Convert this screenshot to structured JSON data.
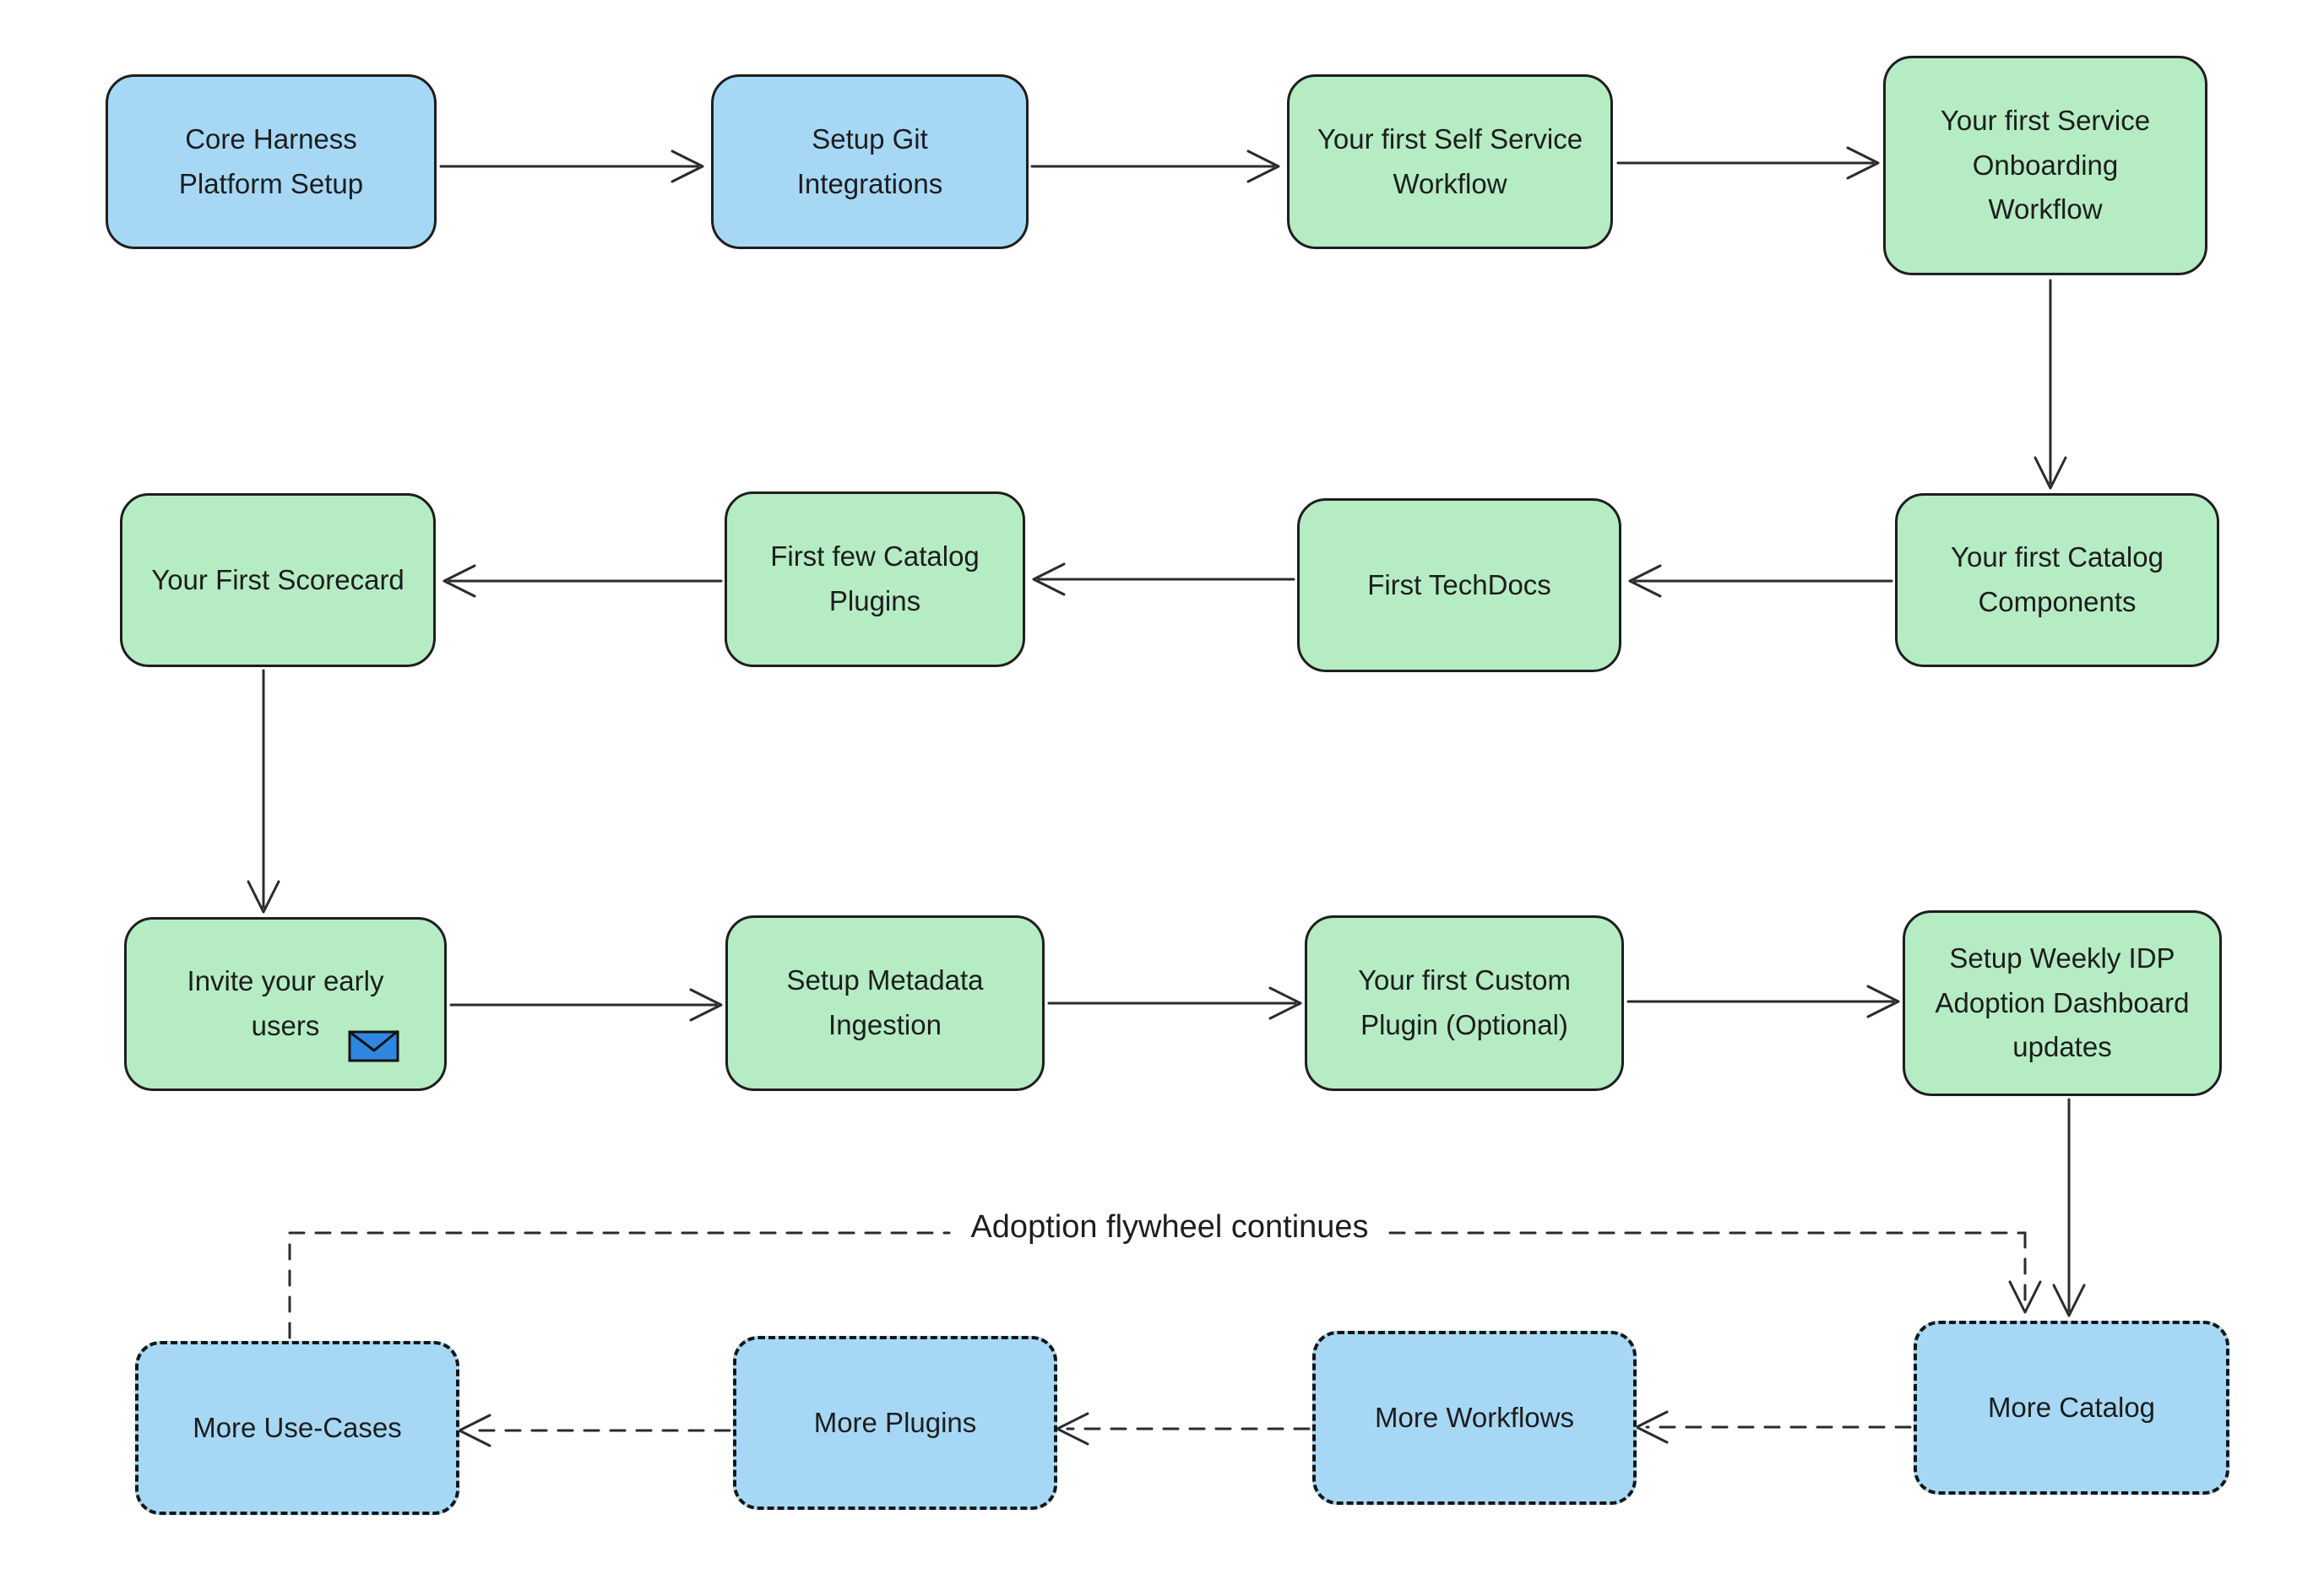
{
  "diagram": {
    "flywheel_label": "Adoption flywheel continues",
    "colors": {
      "box_blue": "#a6d8f6",
      "box_green": "#b5ecc3",
      "outline": "#1e1e1e",
      "arrow": "#2b2b2b",
      "envelope_blue": "#2e86e0"
    },
    "nodes": [
      {
        "id": "core-harness-platform-setup",
        "label": "Core Harness\nPlatform Setup",
        "variant": "blue-solid"
      },
      {
        "id": "setup-git-integrations",
        "label": "Setup Git\nIntegrations",
        "variant": "blue-solid"
      },
      {
        "id": "first-self-service-workflow",
        "label": "Your first Self Service\nWorkflow",
        "variant": "green-solid"
      },
      {
        "id": "first-service-onboarding-workflow",
        "label": "Your first Service\nOnboarding\nWorkflow",
        "variant": "green-solid"
      },
      {
        "id": "first-catalog-components",
        "label": "Your first Catalog\nComponents",
        "variant": "green-solid"
      },
      {
        "id": "first-techdocs",
        "label": "First TechDocs",
        "variant": "green-solid"
      },
      {
        "id": "first-few-catalog-plugins",
        "label": "First few Catalog\nPlugins",
        "variant": "green-solid"
      },
      {
        "id": "first-scorecard",
        "label": "Your First Scorecard",
        "variant": "green-solid"
      },
      {
        "id": "invite-early-users",
        "label": "Invite your early\nusers",
        "icon": "envelope-icon",
        "variant": "green-solid"
      },
      {
        "id": "setup-metadata-ingestion",
        "label": "Setup Metadata\nIngestion",
        "variant": "green-solid"
      },
      {
        "id": "first-custom-plugin",
        "label": "Your first Custom\nPlugin (Optional)",
        "variant": "green-solid"
      },
      {
        "id": "setup-weekly-idp-dashboard",
        "label": "Setup Weekly IDP\nAdoption Dashboard\nupdates",
        "variant": "green-solid"
      },
      {
        "id": "more-catalog",
        "label": "More Catalog",
        "variant": "blue-dashed"
      },
      {
        "id": "more-workflows",
        "label": "More Workflows",
        "variant": "blue-dashed"
      },
      {
        "id": "more-plugins",
        "label": "More Plugins",
        "variant": "blue-dashed"
      },
      {
        "id": "more-use-cases",
        "label": "More Use-Cases",
        "variant": "blue-dashed"
      }
    ]
  }
}
